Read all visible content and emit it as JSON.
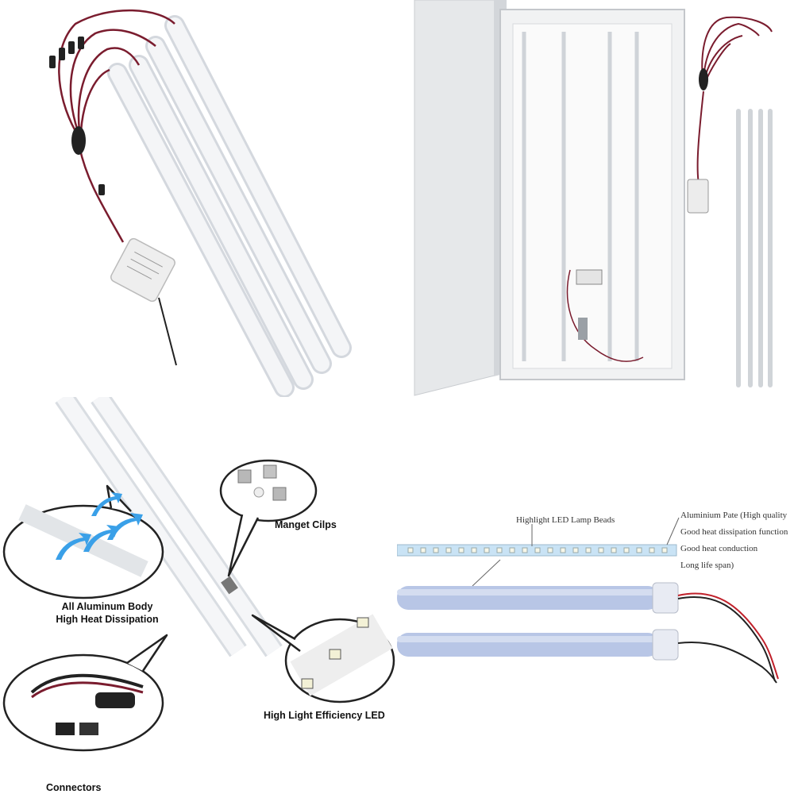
{
  "callouts": {
    "magnet_clips": "Manget Cilps",
    "aluminum_line1": "All Aluminum Body",
    "aluminum_line2": "High Heat Dissipation",
    "connectors": "Connectors",
    "led": "High Light Efficiency LED"
  },
  "annotations": {
    "beads": "Highlight LED Lamp Beads",
    "plate": "Aluminium Pate (High quality",
    "heat_dissipation": "Good heat dissipation function",
    "heat_conduction": "Good heat conduction",
    "life": "Long life span)"
  }
}
